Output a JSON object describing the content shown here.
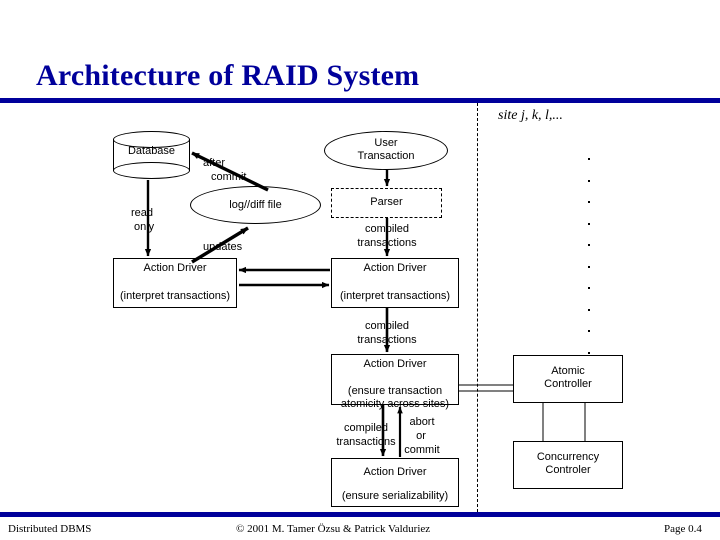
{
  "slide": {
    "title": "Architecture of RAID System",
    "accent_color": "#00009B"
  },
  "footer": {
    "left": "Distributed DBMS",
    "center": "© 2001 M. Tamer Özsu & Patrick Valduriez",
    "right": "Page 0.4"
  },
  "site_partition": {
    "label": "site j, k, l,...",
    "dot_count": 10
  },
  "diagram": {
    "database": {
      "label": "Database"
    },
    "log_file": {
      "label": "log//diff file"
    },
    "user_transaction": {
      "line1": "User",
      "line2": "Transaction"
    },
    "parser": {
      "label": "Parser"
    },
    "action_driver_left": {
      "line1": "Action Driver",
      "line2": "(interpret transactions)"
    },
    "action_driver_right": {
      "line1": "Action Driver",
      "line2": "(interpret transactions)"
    },
    "action_driver_atomicity": {
      "line1": "Action Driver",
      "line2": "(ensure transaction",
      "line3": "atomicity across sites)"
    },
    "action_driver_serializability": {
      "line1": "Action Driver",
      "line2": "(ensure serializability)"
    },
    "atomic_controller": {
      "line1": "Atomic",
      "line2": "Controller"
    },
    "concurrency_controller": {
      "line1": "Concurrency",
      "line2": "Controler"
    },
    "edge_labels": {
      "after": "after",
      "commit": "commit",
      "read_only_1": "read",
      "read_only_2": "only",
      "updates": "updates",
      "compiled_1": "compiled",
      "compiled_2": "transactions",
      "compiled_mid_1": "compiled",
      "compiled_mid_2": "transactions",
      "compiled_low_1": "compiled",
      "compiled_low_2": "transactions",
      "abort": "abort",
      "or": "or",
      "commit2": "commit"
    }
  }
}
